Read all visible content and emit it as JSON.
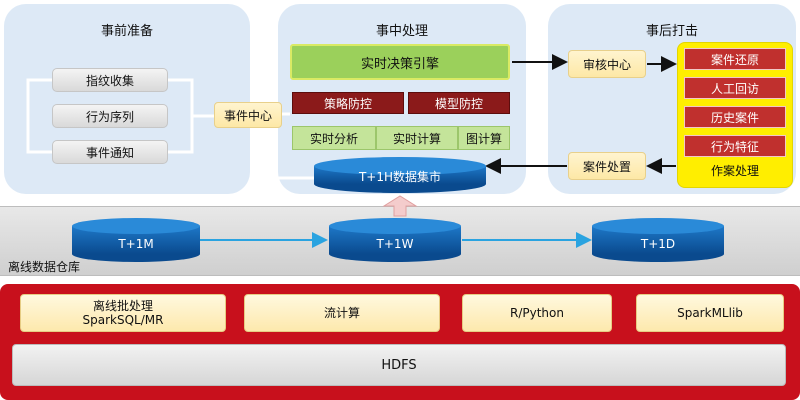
{
  "pre": {
    "title": "事前准备",
    "items": [
      "指纹收集",
      "行为序列",
      "事件通知"
    ],
    "event_center": "事件中心"
  },
  "mid": {
    "title": "事中处理",
    "engine": "实时决策引擎",
    "controls": [
      "策略防控",
      "模型防控"
    ],
    "compute": [
      "实时分析",
      "实时计算",
      "图计算"
    ],
    "data_market": "T+1H数据集市"
  },
  "post": {
    "title": "事后打击",
    "review_center": "审核中心",
    "case_disposal": "案件处置",
    "case_items": [
      "案件还原",
      "人工回访",
      "历史案件",
      "行为特征"
    ],
    "case_work": "作案处理"
  },
  "warehouse": {
    "label": "离线数据仓库",
    "nodes": [
      "T+1M",
      "T+1W",
      "T+1D"
    ]
  },
  "platform": {
    "tools": [
      {
        "line1": "离线批处理",
        "line2": "SparkSQL/MR"
      },
      {
        "line1": "流计算",
        "line2": ""
      },
      {
        "line1": "R/Python",
        "line2": ""
      },
      {
        "line1": "SparkMLlib",
        "line2": ""
      }
    ],
    "hdfs": "HDFS"
  },
  "colors": {
    "panel_bg": "#dde9f6",
    "platform_red": "#c8101c",
    "engine_green": "#9bd05b",
    "case_red": "#c0302e",
    "case_frame_yellow": "#ffee00",
    "cylinder_blue": "#0d5ca8",
    "arrow": "#111111"
  }
}
